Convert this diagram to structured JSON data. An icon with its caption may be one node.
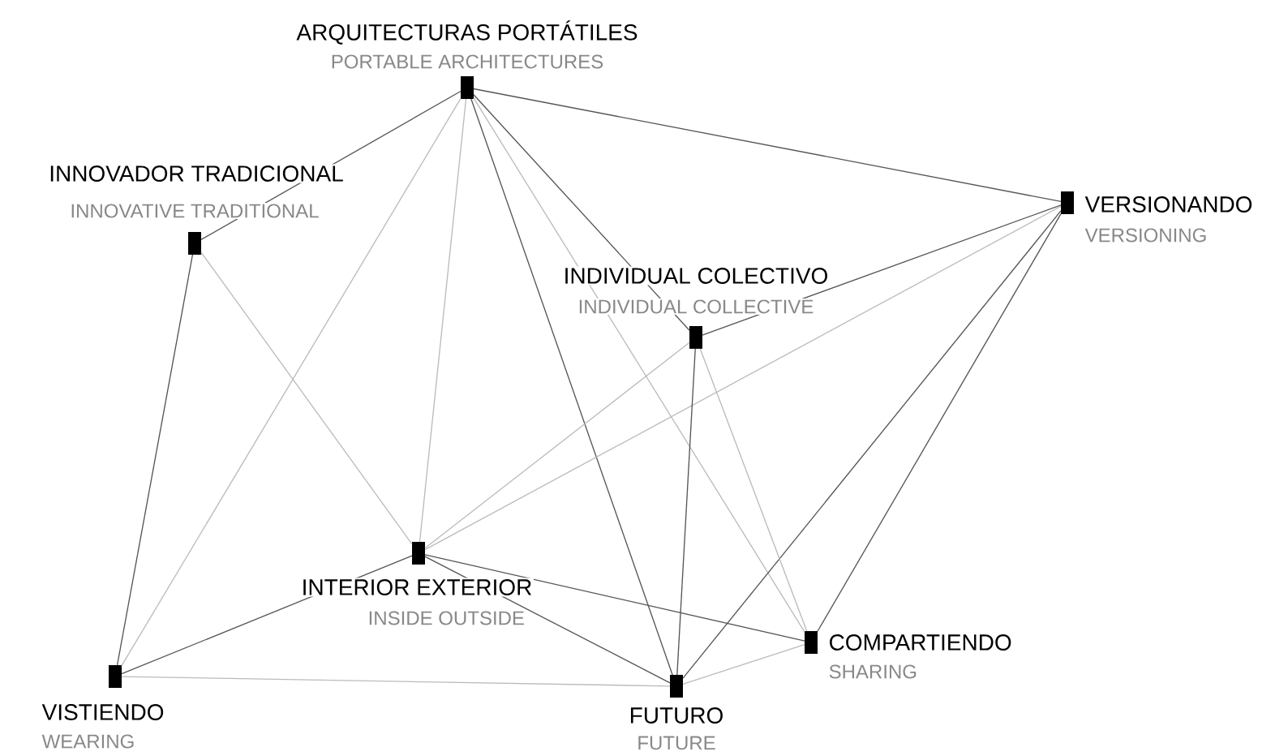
{
  "diagram": {
    "nodes": [
      {
        "text": [],
        "shape": "bar",
        "beside": [
          "ARQUITECTURAS PORTÁTILES",
          "PORTABLE ARCHITECTURES"
        ]
      },
      {
        "text": [],
        "shape": "bar",
        "beside": [
          "INNOVADOR TRADICIONAL",
          "INNOVATIVE TRADITIONAL"
        ]
      },
      {
        "text": [],
        "shape": "bar",
        "beside": [
          "VERSIONANDO",
          "VERSIONING"
        ]
      },
      {
        "text": [],
        "shape": "bar",
        "beside": [
          "INDIVIDUAL COLECTIVO",
          "INDIVIDUAL COLLECTIVE"
        ]
      },
      {
        "text": [],
        "shape": "bar",
        "beside": [
          "INTERIOR EXTERIOR",
          "INSIDE OUTSIDE"
        ]
      },
      {
        "text": [],
        "shape": "bar",
        "beside": [
          "COMPARTIENDO",
          "SHARING"
        ]
      },
      {
        "text": [],
        "shape": "bar",
        "beside": [
          "VISTIENDO",
          "WEARING"
        ]
      },
      {
        "text": [],
        "shape": "bar",
        "beside": [
          "FUTURO",
          "FUTURE"
        ]
      }
    ],
    "edges": [
      {
        "from": 0,
        "to": 1,
        "arrow": "none"
      },
      {
        "from": 0,
        "to": 2,
        "arrow": "none"
      },
      {
        "from": 0,
        "to": 3,
        "arrow": "none"
      },
      {
        "from": 0,
        "to": 4,
        "arrow": "none",
        "color": "#bbbbbb"
      },
      {
        "from": 0,
        "to": 5,
        "arrow": "none",
        "color": "#bbbbbb"
      },
      {
        "from": 0,
        "to": 6,
        "arrow": "none",
        "color": "#bbbbbb"
      },
      {
        "from": 0,
        "to": 7,
        "arrow": "none"
      },
      {
        "from": 1,
        "to": 4,
        "arrow": "none",
        "color": "#bbbbbb"
      },
      {
        "from": 1,
        "to": 6,
        "arrow": "none"
      },
      {
        "from": 2,
        "to": 3,
        "arrow": "none"
      },
      {
        "from": 2,
        "to": 4,
        "arrow": "none",
        "color": "#bbbbbb"
      },
      {
        "from": 2,
        "to": 5,
        "arrow": "none"
      },
      {
        "from": 2,
        "to": 7,
        "arrow": "none"
      },
      {
        "from": 3,
        "to": 4,
        "arrow": "none",
        "color": "#bbbbbb"
      },
      {
        "from": 3,
        "to": 5,
        "arrow": "none",
        "color": "#bbbbbb"
      },
      {
        "from": 3,
        "to": 7,
        "arrow": "none"
      },
      {
        "from": 4,
        "to": 5,
        "arrow": "none"
      },
      {
        "from": 4,
        "to": 6,
        "arrow": "none"
      },
      {
        "from": 4,
        "to": 7,
        "arrow": "none"
      },
      {
        "from": 5,
        "to": 7,
        "arrow": "none",
        "color": "#bbbbbb"
      },
      {
        "from": 6,
        "to": 7,
        "arrow": "none",
        "color": "#bbbbbb"
      }
    ]
  }
}
